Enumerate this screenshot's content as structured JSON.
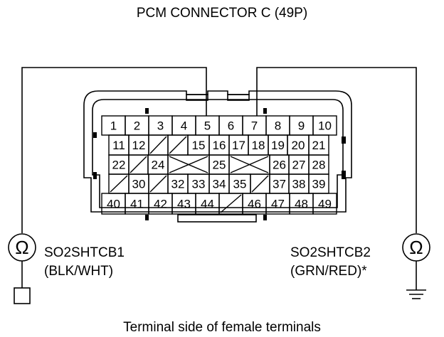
{
  "title": "PCM CONNECTOR C (49P)",
  "caption": "Terminal side of female terminals",
  "left_sensor": {
    "name": "SO2SHTCB1",
    "wire": "(BLK/WHT)",
    "terminal": "5",
    "symbol": "Ω",
    "end": "box"
  },
  "right_sensor": {
    "name": "SO2SHTCB2",
    "wire": "(GRN/RED)*",
    "terminal": "7",
    "symbol": "Ω",
    "end": "ground"
  },
  "connector": {
    "rows": [
      [
        "1",
        "2",
        "3",
        "4",
        "5",
        "6",
        "7",
        "8",
        "9",
        "10"
      ],
      [
        "11",
        "12",
        "/",
        "/",
        "15",
        "16",
        "17",
        "18",
        "19",
        "20",
        "21"
      ],
      [
        "22",
        "/",
        "24",
        "X",
        "25",
        "X",
        "26",
        "27",
        "28"
      ],
      [
        "/",
        "30",
        "/",
        "32",
        "33",
        "34",
        "35",
        "/",
        "37",
        "38",
        "39"
      ],
      [
        "40",
        "41",
        "42",
        "43",
        "44",
        "/",
        "46",
        "47",
        "48",
        "49"
      ]
    ]
  }
}
